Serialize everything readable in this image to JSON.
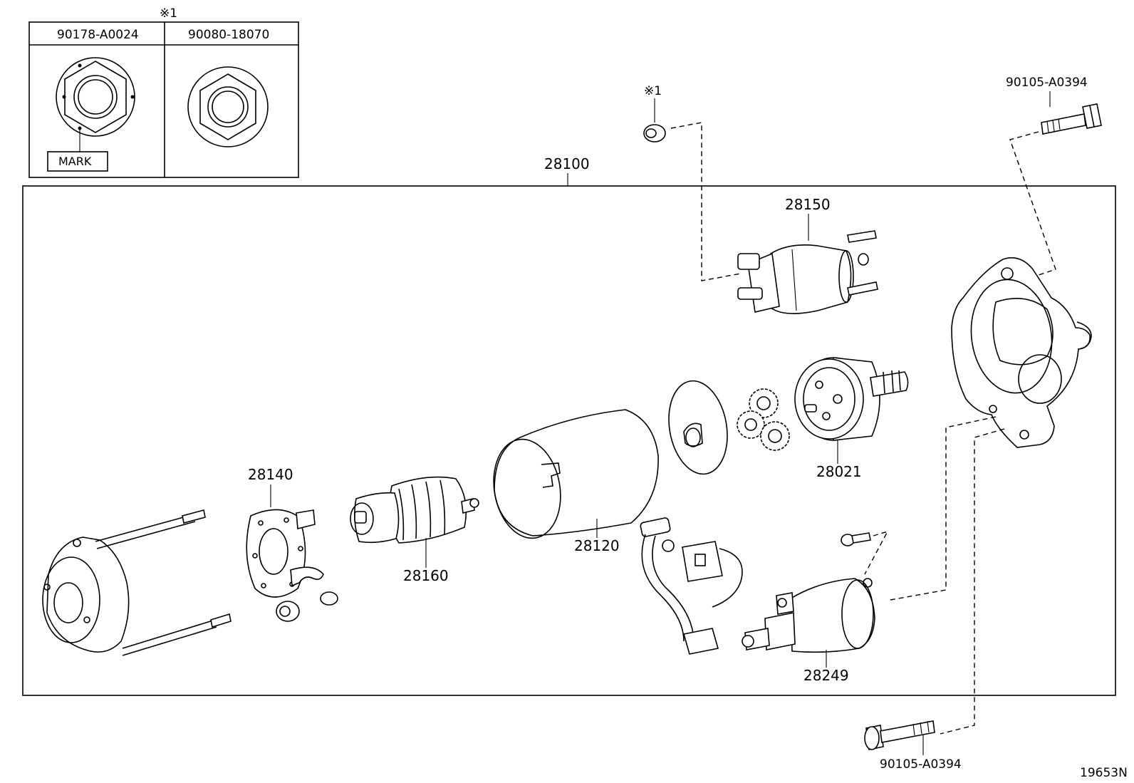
{
  "inset": {
    "note_mark": "※1",
    "col1_part": "90178-A0024",
    "col2_part": "90080-18070",
    "mark_label": "MARK"
  },
  "labels": {
    "assembly": "28100",
    "solenoid": "28150",
    "nut_note": "※1",
    "bolt_top": "90105-A0394",
    "bolt_bottom": "90105-A0394",
    "brush_holder": "28140",
    "armature": "28160",
    "yoke": "28120",
    "clutch": "28021",
    "relay": "28249"
  },
  "diagram_id": "19653N"
}
